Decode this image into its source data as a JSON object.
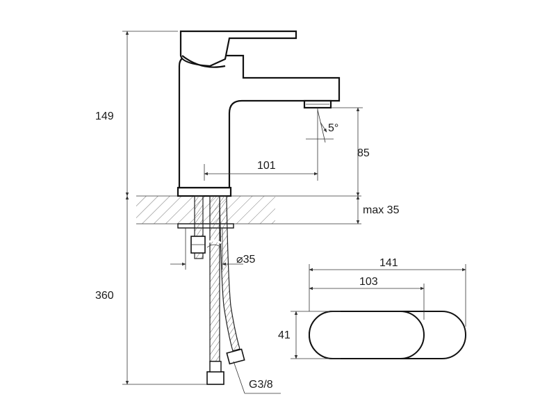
{
  "dimensions": {
    "height_total": "149",
    "under_counter": "360",
    "spout_reach": "101",
    "spout_height": "85",
    "angle": "5°",
    "max_thickness": "max 35",
    "hole_diameter": "⌀35",
    "hose_thread": "G3/8",
    "handle_length": "141",
    "handle_inner_length": "103",
    "handle_width": "41"
  }
}
